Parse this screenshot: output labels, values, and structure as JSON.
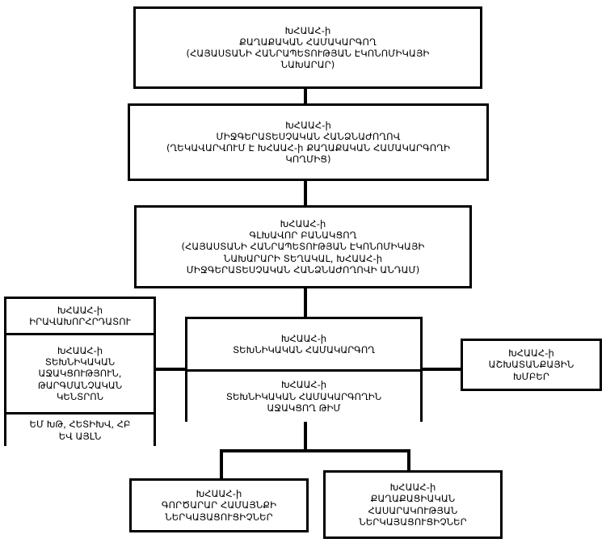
{
  "diagram": {
    "title": "ԽՀԱԱՀ կառուցվածք",
    "language": "Armenian",
    "stroke_color": "#000000",
    "background_color": "#ffffff",
    "nodes": {
      "political_coordinator": "ԽՀԱԱՀ-ի\nՔԱՂԱՔԱԿԱՆ ՀԱՄԱԿԱՐԳՈՂ\n(ՀԱՅԱՍՏԱՆԻ ՀԱՆՐԱՊԵՏՈՒԹՅԱՆ ԷԿՈՆՈՄԻԿԱՅԻ\nՆԱԽԱՐԱՐ)",
      "interagency_commission": "ԽՀԱԱՀ-ի\nՄԻՋԳԵՐԱՏԵՍՉԱԿԱՆ ՀԱՆՁՆԱԺՈՂՈՎ\n(ՂԵԿԱՎԱՐՎՈՒՄ Է ԽՀԱԱՀ-ի ՔԱՂԱՔԱԿԱՆ ՀԱՄԱԿԱՐԳՈՂԻ\nԿՈՂՄԻՑ)",
      "chief_negotiator": "ԽՀԱԱՀ-ի\nԳԼԽԱՎՈՐ ԲԱՆԱԿՑՈՂ\n(ՀԱՅԱՍՏԱՆԻ ՀԱՆՐԱՊԵՏՈՒԹՅԱՆ ԷԿՈՆՈՄԻԿԱՅԻ\nՆԱԽԱՐԱՐԻ ՏԵՂԱԿԱԼ, ԽՀԱԱՀ-ի\nՄԻՋԳԵՐԱՏԵՍՉԱԿԱՆ ՀԱՆՁՆԱԺՈՂՈՎԻ ԱՆԴԱՄ)",
      "technical_coordinator": "ԽՀԱԱՀ-ի\nՏԵԽՆԻԿԱԿԱՆ ՀԱՄԱԿԱՐԳՈՂ",
      "technical_support_team": "ԽՀԱԱՀ-ի\nՏԵԽՆԻԿԱԿԱՆ ՀԱՄԱԿԱՐԳՈՂԻՆ\nԱՋԱԿՑՈՂ ԹԻՄ",
      "working_groups": "ԽՀԱԱՀ-ի\nԱՇԽԱՏԱՆՔԱՅԻՆ\nԽՄԲԵՐ",
      "legal_advisor": "ԽՀԱԱՀ-ի\nԻՐԱՎԱԽՈՐՀՐԴԱՏՈՒ",
      "technical_assistance_center": "ԽՀԱԱՀ-ի\nՏԵԽՆԻԿԱԿԱՆ\nԱՋԱԿՑՈՒԹՅՈՒՆ,\nԹԱՐԳՄԱՆՉԱԿԱՆ\nԿԵՆՏՐՈՆ",
      "donors": "ԵՄ ԽԹ, ՀԵՏԻԽՎ, ՀԲ\nԵՎ ԱՅԼՆ",
      "business_community_reps": "ԽՀԱԱՀ-ի\nԳՈՐԾԱՐԱՐ ՀԱՄԱՅՆՔԻ\nՆԵՐԿԱՅԱՑՈՒՑԻՉՆԵՐ",
      "civil_society_reps": "ԽՀԱԱՀ-ի\nՔԱՂԱՔԱՑԻԱԿԱՆ\nՀԱՍԱՐԱԿՈՒԹՅԱՆ\nՆԵՐԿԱՅԱՑՈՒՑԻՉՆԵՐ"
    }
  }
}
